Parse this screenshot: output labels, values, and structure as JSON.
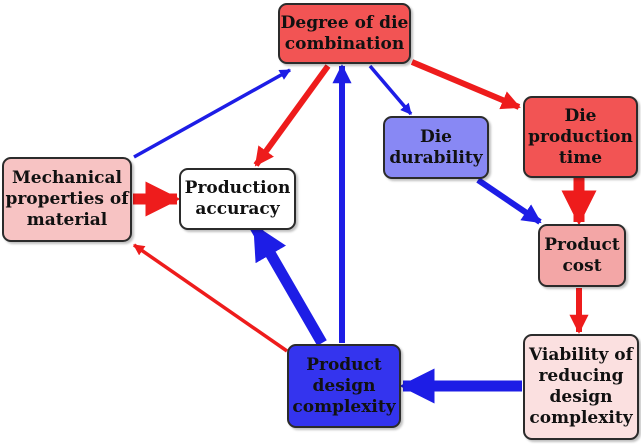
{
  "colors": {
    "red": "#ee1c1c",
    "blue": "#1d1de6",
    "node_dark_red": "#f25454",
    "node_light_red": "#f7c3c3",
    "node_mid_red": "#f3a6a6",
    "node_blue": "#8888f4",
    "node_dark_blue": "#3434ee",
    "node_white": "#ffffff",
    "node_pale_pink": "#fbe0e0"
  },
  "nodes": {
    "degree": "Degree of die\ncombination",
    "mechanical": "Mechanical\nproperties of\nmaterial",
    "accuracy": "Production\naccuracy",
    "durability": "Die\ndurability",
    "production_time": "Die\nproduction\ntime",
    "product_cost": "Product\ncost",
    "design_complexity": "Product\ndesign\ncomplexity",
    "viability": "Viability of\nreducing\ndesign\ncomplexity"
  },
  "edges": [
    {
      "from": "mechanical",
      "to": "degree",
      "color": "blue",
      "strength": "thin"
    },
    {
      "from": "degree",
      "to": "accuracy",
      "color": "red",
      "strength": "medium"
    },
    {
      "from": "degree",
      "to": "durability",
      "color": "blue",
      "strength": "thin"
    },
    {
      "from": "degree",
      "to": "production_time",
      "color": "red",
      "strength": "medium"
    },
    {
      "from": "mechanical",
      "to": "accuracy",
      "color": "red",
      "strength": "thick"
    },
    {
      "from": "durability",
      "to": "product_cost",
      "color": "blue",
      "strength": "medium"
    },
    {
      "from": "production_time",
      "to": "product_cost",
      "color": "red",
      "strength": "thick"
    },
    {
      "from": "product_cost",
      "to": "viability",
      "color": "red",
      "strength": "medium"
    },
    {
      "from": "viability",
      "to": "design_complexity",
      "color": "blue",
      "strength": "thick"
    },
    {
      "from": "design_complexity",
      "to": "accuracy",
      "color": "blue",
      "strength": "thick"
    },
    {
      "from": "design_complexity",
      "to": "degree",
      "color": "blue",
      "strength": "medium"
    },
    {
      "from": "design_complexity",
      "to": "mechanical",
      "color": "red",
      "strength": "thin"
    }
  ]
}
